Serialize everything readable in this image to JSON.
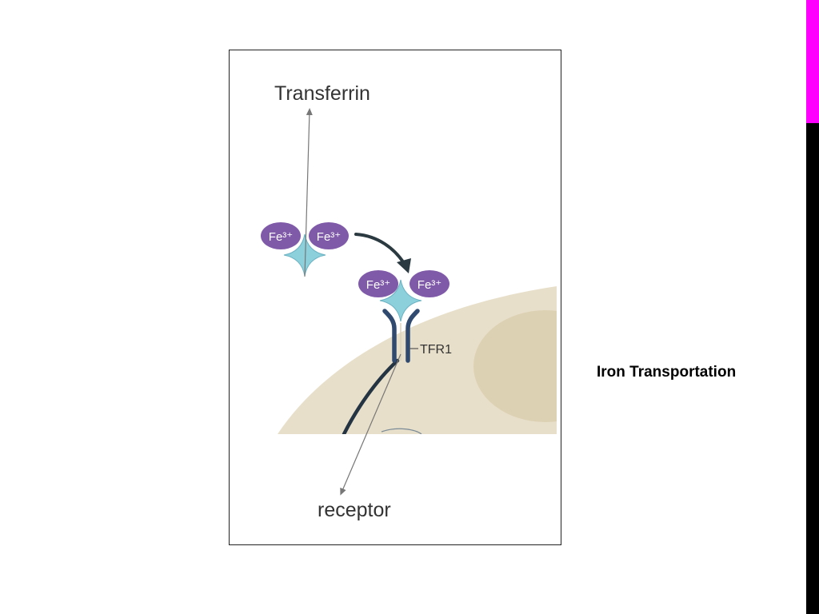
{
  "slide": {
    "caption": "Iron Transportation",
    "colors": {
      "accent_bar": "#ff00ff",
      "dark_bar": "#000000"
    }
  },
  "diagram": {
    "labels": {
      "transferrin": "Transferrin",
      "receptor": "receptor",
      "tfr1": "TFR1",
      "iron_ion": "Fe³⁺"
    },
    "colors": {
      "cell": "#e8dfca",
      "nucleus": "#ddd1b4",
      "iron": "#7f5aa8",
      "transferrin_core": "#8cd0dc",
      "receptor": "#2f4a6e",
      "arrow": "#2b3a40",
      "pointer": "#777777"
    }
  }
}
